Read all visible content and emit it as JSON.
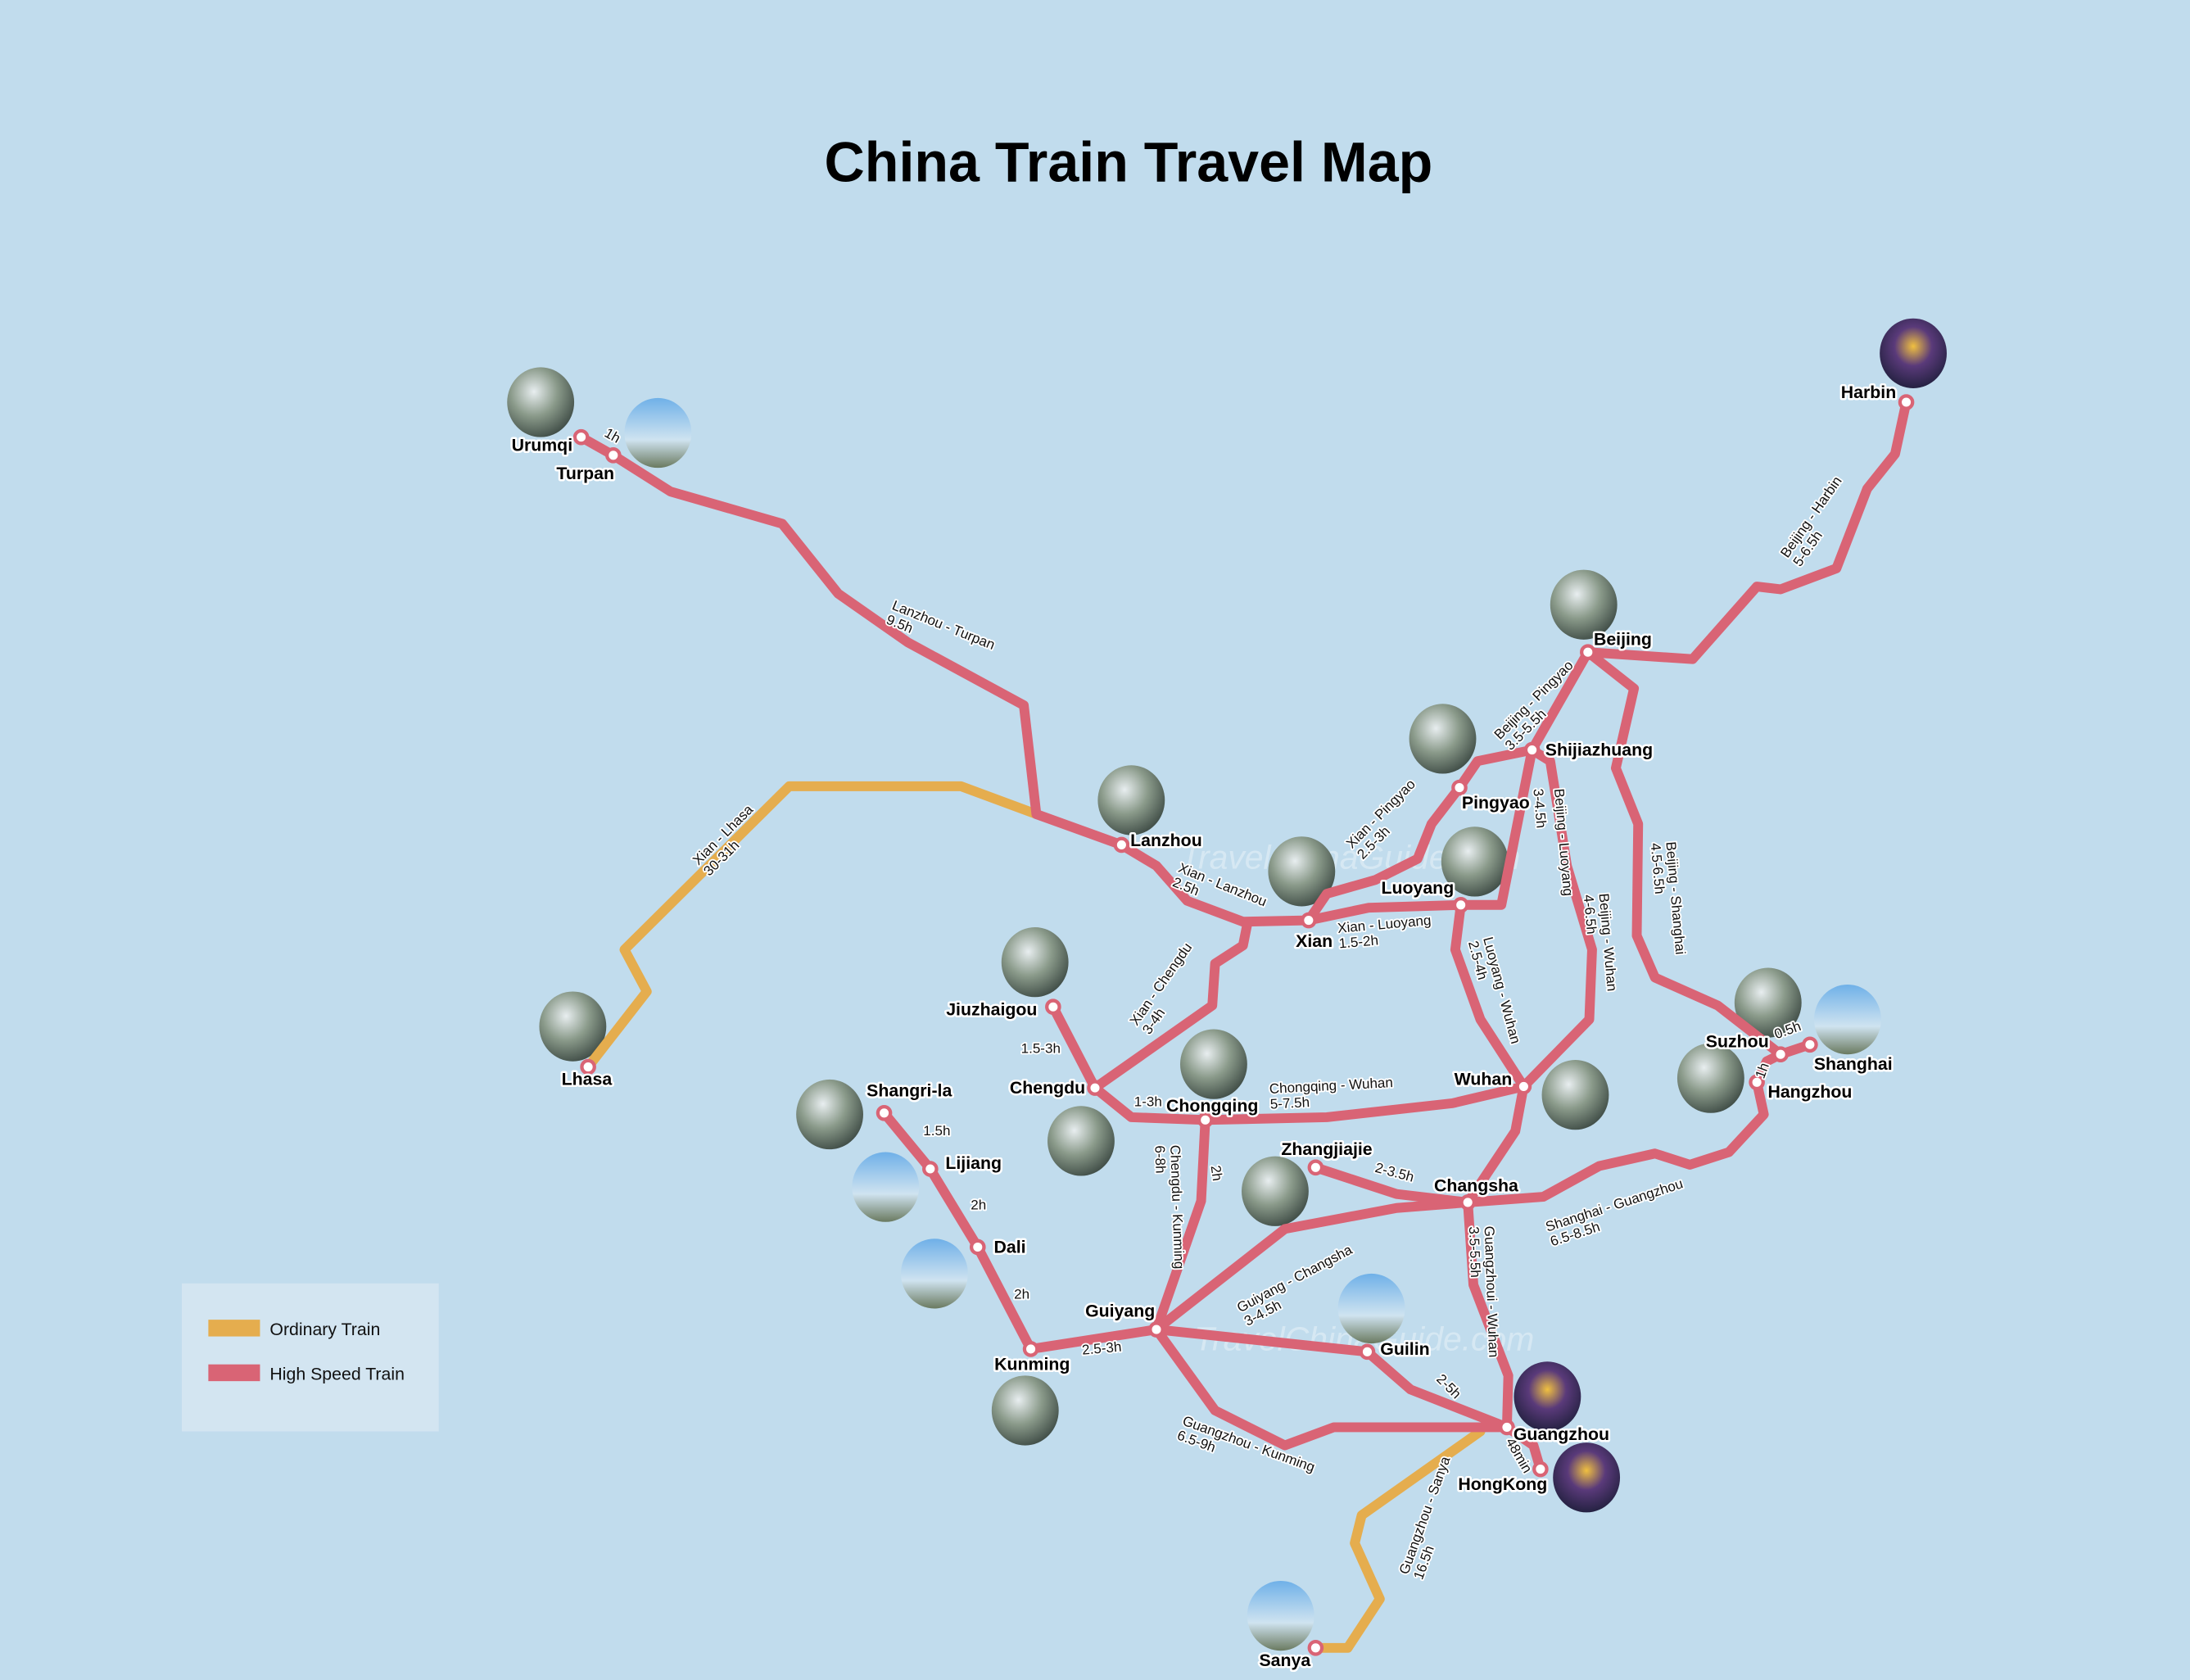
{
  "title": "China Train Travel Map",
  "watermark": "TravelChinaGuide.com",
  "colors": {
    "background": "#c1dced",
    "high_speed": "#d96475",
    "ordinary": "#e5ad4e",
    "legend_bg": "#d3e5f1"
  },
  "legend": {
    "ordinary": "Ordinary Train",
    "high_speed": "High Speed Train"
  },
  "cities": [
    "Urumqi",
    "Turpan",
    "Lanzhou",
    "Xian",
    "Pingyao",
    "Shijiazhuang",
    "Beijing",
    "Harbin",
    "Luoyang",
    "Wuhan",
    "Chengdu",
    "Jiuzhaigou",
    "Chongqing",
    "Changsha",
    "Zhangjiajie",
    "Guiyang",
    "Kunming",
    "Dali",
    "Lijiang",
    "Shangri-la",
    "Guilin",
    "Guangzhou",
    "HongKong",
    "Sanya",
    "Lhasa",
    "Suzhou",
    "Shanghai",
    "Hangzhou"
  ],
  "route_labels": [
    [
      "1h"
    ],
    [
      "Lanzhou - Turpan",
      "9.5h"
    ],
    [
      "Xian - Lhasa",
      "30-31h"
    ],
    [
      "Xian - Lanzhou",
      "2.5h"
    ],
    [
      "Xian - Pingyao",
      "2.5-3h"
    ],
    [
      "Beijing - Pingyao",
      "3.5-5.5h"
    ],
    [
      "Beijing - Harbin",
      "5-6.5h"
    ],
    [
      "Xian - Luoyang",
      "1.5-2h"
    ],
    [
      "3-4.5h"
    ],
    [
      "Beijing - Luoyang"
    ],
    [
      "Beijing - Wuhan",
      "4-6.5h"
    ],
    [
      "Beijing - Shanghai",
      "4.5-6.5h"
    ],
    [
      "Luoyang - Wuhan",
      "2.5-4h"
    ],
    [
      "Xian - Chengdu",
      "3-4h"
    ],
    [
      "1.5-3h"
    ],
    [
      "1-3h"
    ],
    [
      "Chongqing - Wuhan",
      "5-7.5h"
    ],
    [
      "Chengdu - Kunming",
      "6-8h"
    ],
    [
      "2h"
    ],
    [
      "2-3.5h"
    ],
    [
      "Guiyang - Changsha",
      "3-4.5h"
    ],
    [
      "Shanghai - Guangzhou",
      "6.5-8.5h"
    ],
    [
      "Guangzhoui - Wuhan",
      "3.5-5.5h"
    ],
    [
      "0.5h"
    ],
    [
      "1h"
    ],
    [
      "1.5h"
    ],
    [
      "2h"
    ],
    [
      "2h"
    ],
    [
      "2.5-3h"
    ],
    [
      "2-5h"
    ],
    [
      "Guangzhou - Kunming",
      "6.5-9h"
    ],
    [
      "48min"
    ],
    [
      "Guangzhou - Sanya",
      "16.5h"
    ]
  ]
}
